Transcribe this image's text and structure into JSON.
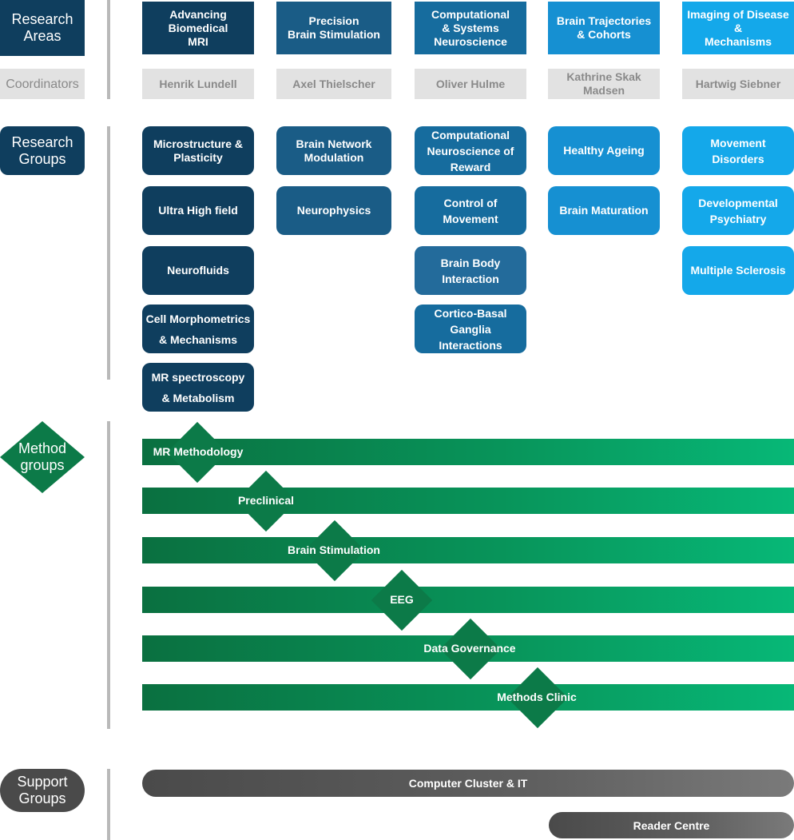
{
  "left_labels": {
    "research_areas": "Research\nAreas",
    "coordinators": "Coordinators",
    "research_groups": "Research\nGroups",
    "method_groups": "Method\ngroups",
    "support_groups": "Support\nGroups"
  },
  "research_areas": [
    {
      "title": "Advancing\nBiomedical\nMRI",
      "coordinator": "Henrik Lundell",
      "color": "#0f3e5e",
      "groups": [
        "Microstructure &\nPlasticity",
        "Ultra High field",
        "Neurofluids",
        "Cell Morphometrics\n& Mechanisms",
        "MR spectroscopy\n& Metabolism"
      ]
    },
    {
      "title": "Precision\nBrain Stimulation",
      "coordinator": "Axel Thielscher",
      "color": "#1a5c86",
      "groups": [
        "Brain Network\nModulation",
        "Neurophysics"
      ]
    },
    {
      "title": "Computational\n& Systems\nNeuroscience",
      "coordinator": "Oliver Hulme",
      "color": "#166c9e",
      "groups": [
        "Computational\nNeuroscience of\nReward",
        "Control of\nMovement",
        "Brain Body\nInteraction",
        "Cortico-Basal\nGanglia\nInteractions"
      ]
    },
    {
      "title": "Brain Trajectories\n& Cohorts",
      "coordinator": "Kathrine Skak\nMadsen",
      "color": "#1690d2",
      "groups": [
        "Healthy Ageing",
        "Brain Maturation"
      ]
    },
    {
      "title": "Imaging of Disease\n&\nMechanisms",
      "coordinator": "Hartwig Siebner",
      "color": "#14a8ea",
      "groups": [
        "Movement\nDisorders",
        "Developmental\nPsychiatry",
        "Multiple Sclerosis"
      ]
    }
  ],
  "method_groups": [
    "MR Methodology",
    "Preclinical",
    "Brain Stimulation",
    "EEG",
    "Data Governance",
    "Methods Clinic"
  ],
  "support_groups": [
    "Computer Cluster & IT",
    "Reader Centre"
  ],
  "colors": {
    "left_research": "#0f3e5e",
    "left_method": "#0c7a48",
    "left_support": "#4a4a4a",
    "brain_body_interaction": "#236b9b"
  }
}
